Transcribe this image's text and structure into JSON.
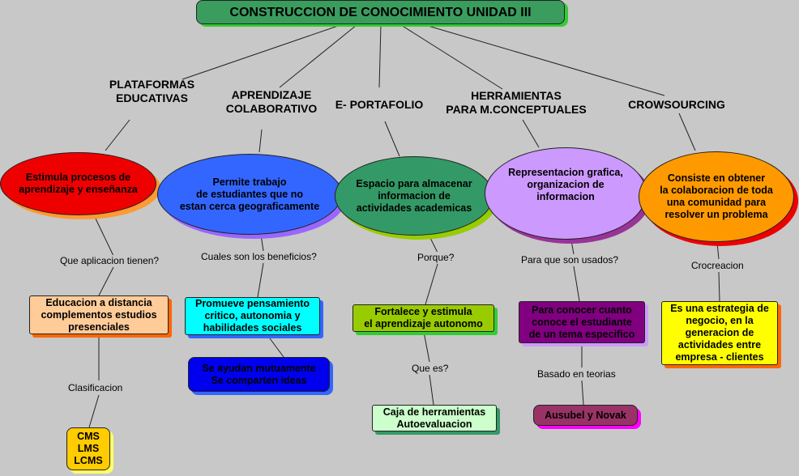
{
  "title": "CONSTRUCCION DE CONOCIMIENTO UNIDAD III",
  "categories": {
    "plataformas": "PLATAFORMAS\nEDUCATIVAS",
    "aprendizaje": "APRENDIZAJE\nCOLABORATIVO",
    "portafolio": "E- PORTAFOLIO",
    "herramientas": "HERRAMIENTAS\nPARA M.CONCEPTUALES",
    "crowsourcing": "CROWSOURCING"
  },
  "concepts": {
    "plataformas": "Estimula procesos de\naprendizaje y enseñanza",
    "aprendizaje": "Permite trabajo\nde estudiantes que no\nestan cerca geograficamente",
    "portafolio": "Espacio para almacenar\ninformacion de\nactividades academicas",
    "herramientas": "Representacion grafica,\norganizacion de\ninformacion",
    "crowsourcing": "Consiste en obtener\nla colaboracion de toda\nuna comunidad para\nresolver un problema"
  },
  "links": {
    "plataformas": "Que aplicacion tienen?",
    "aprendizaje": "Cuales son los beneficios?",
    "portafolio": "Porque?",
    "herramientas": "Para que son usados?",
    "crowsourcing": "Crocreacion",
    "clasificacion": "Clasificacion",
    "que_es": "Que es?",
    "basado": "Basado en teorias"
  },
  "details": {
    "educacion": "Educacion a distancia\ncomplementos estudios\npresenciales",
    "tipos": "CMS\nLMS\nLCMS",
    "promueve": "Promueve pensamiento\ncritico, autonomia y\nhabilidades sociales",
    "ayudan": "Se ayudan mutuamente\nSe comparten ideas",
    "fortalece": "Fortalece y estimula\nel aprendizaje autonomo",
    "caja": "Caja de herramientas\nAutoevaluacion",
    "conocer": "Para conocer cuanto\nconoce el estudiante\nde un tema especifico",
    "ausubel": "Ausubel y Novak",
    "estrategia": "Es una estrategia de\nnegocio, en la\ngeneracion de\nactividades entre\nempresa - clientes"
  },
  "colors": {
    "background": "#c8c8c8",
    "title_fill": "#3a9d5e",
    "plataformas": "#ee0000",
    "aprendizaje": "#3366ff",
    "portafolio": "#339966",
    "herramientas": "#cc99ff",
    "crowsourcing": "#ff9900",
    "educacion": "#ffcc99",
    "tipos": "#ffcc00",
    "promueve": "#00ffff",
    "ayudan": "#0000ee",
    "fortalece": "#99cc00",
    "caja": "#ccffcc",
    "conocer": "#800080",
    "ausubel": "#993366",
    "estrategia": "#ffff00"
  }
}
